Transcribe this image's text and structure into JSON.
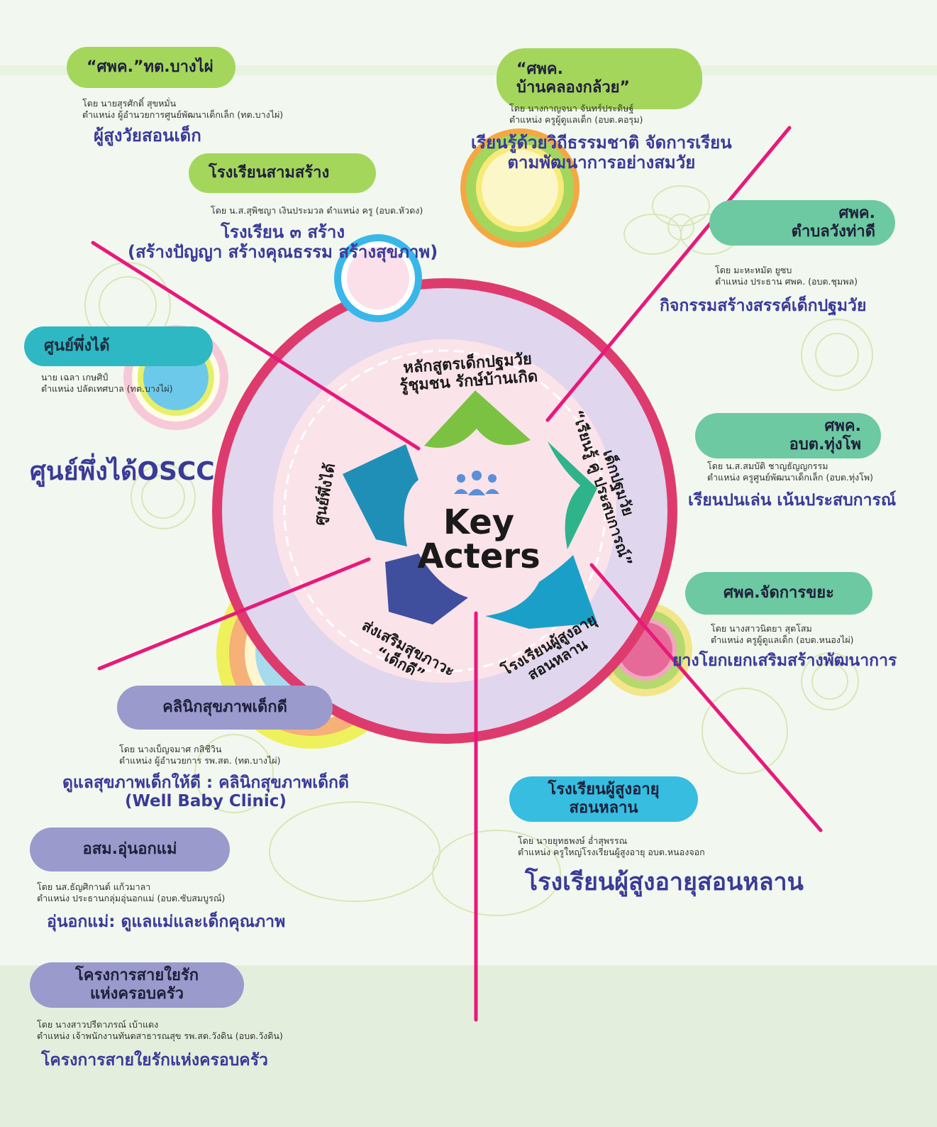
{
  "center": {
    "title_line1": "Key",
    "title_line2": "Acters",
    "ring_labels": {
      "top": "หลักสูตรเด็กปฐมวัย\nรู้ชุมชน รักษ์บ้านเกิด",
      "right": "เด็กปฐมวัย\n“เรียนรู้ คู่ ประสบการณ์”",
      "bottom_right": "โรงเรียนผู้สูงอายุ\nสอนหลาน",
      "bottom_left": "ส่งเสริมสุขภาวะ\n“เด็กดี”",
      "left": "ศูนย์พึ่งได้"
    }
  },
  "nodes": [
    {
      "id": "n1",
      "title": "“ศพค.”ทต.บางไผ่",
      "person": "โดย นายสุรศักดิ์ สุขหมั่น\nตำแหน่ง ผู้อำนวยการศูนย์พัฒนาเด็กเล็ก (ทต.บางไผ่)",
      "topic": "ผู้สูงวัยสอนเด็ก"
    },
    {
      "id": "n2",
      "title": "“ศพค.\nบ้านคลองกล้วย”",
      "person": "โดย นางกาญจนา จันทร์ประดิษฐ์\nตำแหน่ง ครูผู้ดูแลเด็ก (อบต.คอรุม)",
      "topic": "เรียนรู้ด้วยวิถีธรรมชาติ จัดการเรียน\nตามพัฒนาการอย่างสมวัย"
    },
    {
      "id": "n3",
      "title": "โรงเรียนสามสร้าง",
      "person": "โดย น.ส.สุพิชญา เงินประมวล ตำแหน่ง ครู (อบต.หัวดง)",
      "topic": "โรงเรียน ๓ สร้าง\n(สร้างปัญญา สร้างคุณธรรม สร้างสุขภาพ)"
    },
    {
      "id": "n4",
      "title": "ศพค.\nตำบลวังท่าดี",
      "person": "โดย มะหะหมัด ยูซบ\nตำแหน่ง ประธาน ศพค. (อบต.ชุมพล)",
      "topic": "กิจกรรมสร้างสรรค์เด็กปฐมวัย"
    },
    {
      "id": "n5",
      "title": "ศูนย์พึ่งได้",
      "person": "นาย เฉลา เกษศิป์\nตำแหน่ง ปลัดเทศบาล (ทต.บางไผ่)",
      "topic": "ศูนย์พึ่งได้OSCC"
    },
    {
      "id": "n6",
      "title": "ศพค.\nอบต.ทุ่งโพ",
      "person": "โดย น.ส.สมบัติ ชาญธัญญกรรม\nตำแหน่ง ครูศูนย์พัฒนาเด็กเล็ก (อบต.ทุ่งโพ)",
      "topic": "เรียนปนเล่น เน้นประสบการณ์"
    },
    {
      "id": "n7",
      "title": "ศพค.จัดการขยะ",
      "person": "โดย นางสาวนิตยา สุตโสม\nตำแหน่ง ครูผู้ดูแลเด็ก (อบต.หนองไผ่)",
      "topic": "ยางโยกเยกเสริมสร้างพัฒนาการ"
    },
    {
      "id": "n8",
      "title": "คลินิกสุขภาพเด็กดี",
      "person": "โดย นางเบ็ญจมาศ กสิชีวิน\nตำแหน่ง ผู้อำนวยการ รพ.สต. (ทต.บางไผ่)",
      "topic": "ดูแลสุขภาพเด็กให้ดี : คลินิกสุขภาพเด็กดี\n(Well Baby Clinic)"
    },
    {
      "id": "n9",
      "title": "โรงเรียนผู้สูงอายุ\nสอนหลาน",
      "person": "โดย นายยุทธพงษ์ อ่ำสุพรรณ\nตำแหน่ง ครูใหญ่โรงเรียนผู้สูงอายุ อบต.หนองจอก",
      "topic": "โรงเรียนผู้สูงอายุสอนหลาน"
    },
    {
      "id": "n10",
      "title": "อสม.อุ่นอกแม่",
      "person": "โดย นส.ธัญศิกานต์ แก้วมาลา\nตำแหน่ง ประธานกลุ่มอุ่นอกแม่ (อบต.ซับสมบูรณ์)",
      "topic": "อุ่นอกแม่: ดูแลแม่และเด็กคุณภาพ"
    },
    {
      "id": "n11",
      "title": "โครงการสายใยรัก\nแห่งครอบครัว",
      "person": "โดย นางสาวปรีดาภรณ์ เบ้าแดง\nตำแหน่ง เจ้าพนักงานทันตสาธารณสุข รพ.สต.วังดิน (อบต.วังดิน)",
      "topic": "โครงการสายใยรักแห่งครอบครัว"
    }
  ],
  "colors": {
    "spoke": "#e8197a",
    "ring_outer": "#dd3b6e",
    "ring_inner": "#fbe3ea",
    "pill_green": "#a4d65c",
    "pill_teal": "#6cc9a1",
    "pill_cyan": "#36bde0",
    "pill_lavender": "#9a9acd",
    "topic_text": "#3a3a99",
    "shape_green": "#7cc242",
    "shape_teal": "#2fb38a",
    "shape_blue": "#1f8fb8",
    "shape_navy": "#3f4f9e",
    "shape_cyan": "#1aa0c8"
  },
  "icons": {
    "center": "people-group-icon"
  }
}
